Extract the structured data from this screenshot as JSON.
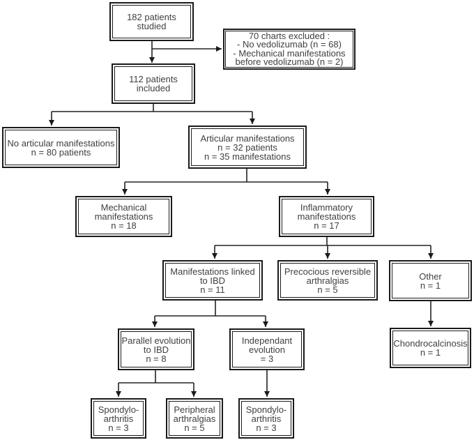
{
  "diagram": {
    "type": "flowchart",
    "colors": {
      "line": "#222222",
      "border": "#1a1a1a",
      "text": "#3f3f3f",
      "background": "#ffffff"
    },
    "nodes": {
      "studied": {
        "text": "182 patients\nstudied"
      },
      "excluded": {
        "text": "70 charts excluded :\n- No vedolizumab (n = 68)\n- Mechanical manifestations\nbefore vedolizumab (n = 2)"
      },
      "included": {
        "text": "112 patients\nincluded"
      },
      "no_articular": {
        "text": "No articular manifestations\nn = 80 patients"
      },
      "articular": {
        "text": "Articular manifestations\nn = 32 patients\nn = 35 manifestations"
      },
      "mechanical": {
        "text": "Mechanical\nmanifestations\nn = 18"
      },
      "inflammatory": {
        "text": "Inflammatory\nmanifestations\nn = 17"
      },
      "linked_ibd": {
        "text": "Manifestations linked\nto IBD\nn = 11"
      },
      "precocious": {
        "text": "Precocious reversible\narthralgias\nn = 5"
      },
      "other": {
        "text": "Other\nn = 1"
      },
      "parallel": {
        "text": "Parallel evolution\nto IBD\nn = 8"
      },
      "independant": {
        "text": "Independant\nevolution\n= 3"
      },
      "chondrocalcinosis": {
        "text": "Chondrocalcinosis\nn = 1"
      },
      "spondyloarthritis_left": {
        "text": "Spondylo-\narthritis\nn = 3"
      },
      "peripheral": {
        "text": "Peripheral\narthralgias\nn = 5"
      },
      "spondyloarthritis_right": {
        "text": "Spondylo-\narthritis\nn = 3"
      }
    }
  }
}
